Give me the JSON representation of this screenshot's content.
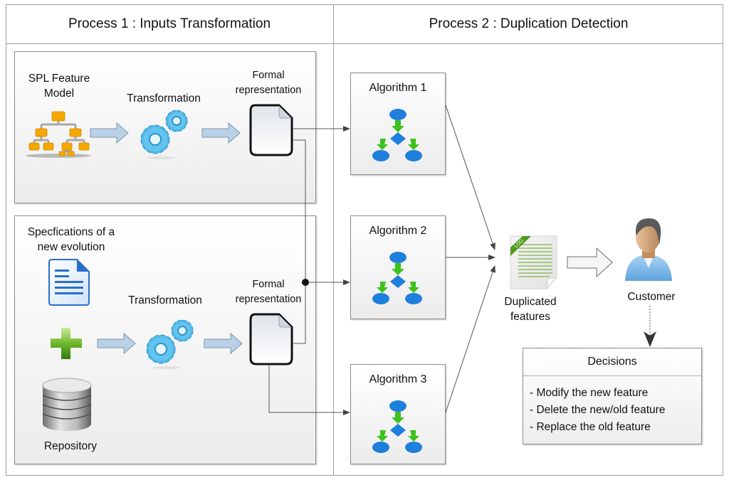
{
  "header": {
    "process1_title": "Process 1 : Inputs Transformation",
    "process2_title": "Process 2 : Duplication Detection"
  },
  "process1": {
    "top_panel": {
      "source_label": "SPL Feature Model",
      "source_label_line1": "SPL Feature",
      "source_label_line2": "Model",
      "source_icon": "hierarchy-icon",
      "transform_label": "Transformation",
      "transform_icon": "gears-icon",
      "output_label_line1": "Formal",
      "output_label_line2": "representation",
      "output_icon": "blank-document-icon"
    },
    "bottom_panel": {
      "spec_label_line1": "Specfications of a",
      "spec_label_line2": "new evolution",
      "spec_icon": "text-document-icon",
      "plus_icon": "plus-icon",
      "repository_label": "Repository",
      "repository_icon": "database-icon",
      "transform_label": "Transformation",
      "transform_icon": "gears-icon",
      "output_label_line1": "Formal",
      "output_label_line2": "representation",
      "output_icon": "blank-document-icon"
    }
  },
  "process2": {
    "algorithms": [
      {
        "label": "Algorithm 1",
        "icon": "flowchart-icon"
      },
      {
        "label": "Algorithm 2",
        "icon": "flowchart-icon"
      },
      {
        "label": "Algorithm 3",
        "icon": "flowchart-icon"
      }
    ],
    "result": {
      "label_line1": "Duplicated",
      "label_line2": "features",
      "icon": "log-document-icon",
      "badge": "LOG"
    },
    "customer": {
      "label": "Customer",
      "icon": "user-icon"
    },
    "decisions": {
      "title": "Decisions",
      "items": [
        "- Modify the new feature",
        "- Delete the new/old feature",
        "- Replace the old feature"
      ]
    }
  },
  "colors": {
    "gear_blue": "#4fb7e6",
    "hierarchy_orange": "#f5a800",
    "flow_blue": "#1f7fdc",
    "flow_green": "#3cc21c",
    "plus_green": "#5aab1f",
    "doc_blue": "#2a6fc9",
    "arrow_fill": "#b9d0e6",
    "line": "#555555"
  }
}
